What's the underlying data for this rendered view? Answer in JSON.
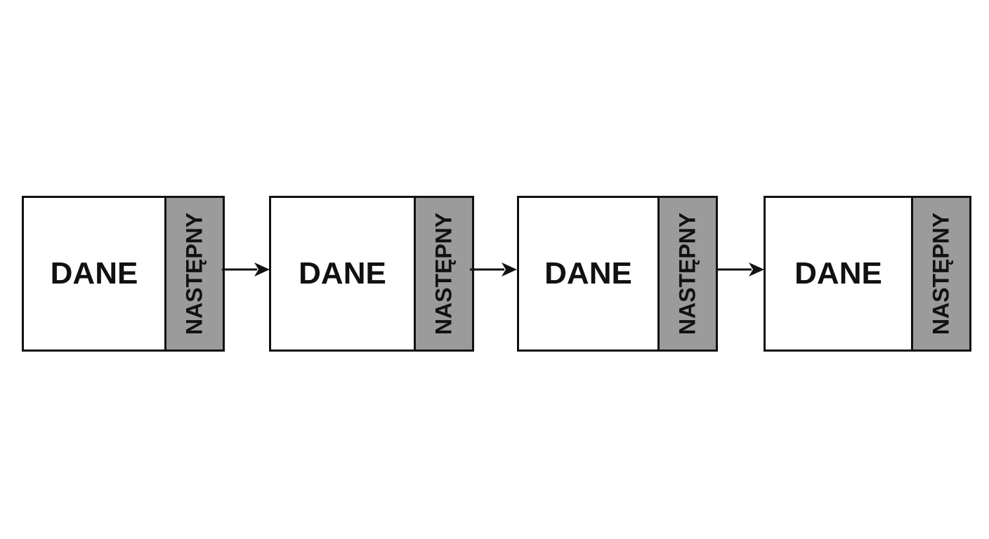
{
  "nodes": [
    {
      "data_label": "DANE",
      "next_label": "NASTĘPNY"
    },
    {
      "data_label": "DANE",
      "next_label": "NASTĘPNY"
    },
    {
      "data_label": "DANE",
      "next_label": "NASTĘPNY"
    },
    {
      "data_label": "DANE",
      "next_label": "NASTĘPNY"
    }
  ],
  "colors": {
    "background": "#ffffff",
    "border": "#111111",
    "next_cell_fill": "#9b9b9b",
    "arrow": "#111111"
  }
}
